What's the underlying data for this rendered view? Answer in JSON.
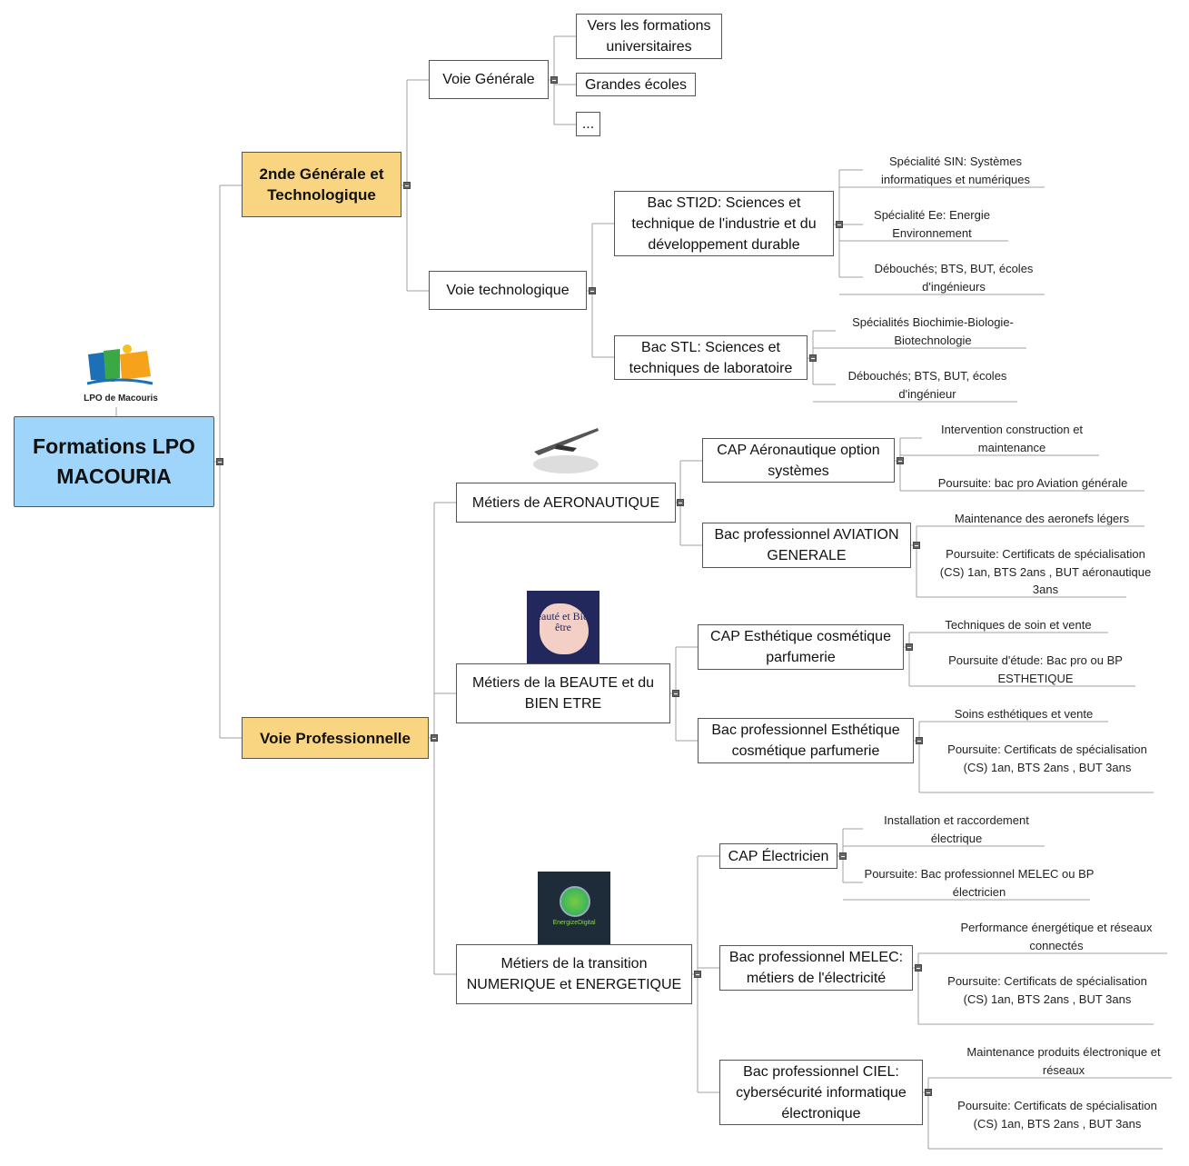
{
  "root": {
    "title": "Formations LPO MACOURIA",
    "logo_caption": "LPO de Macouris"
  },
  "gt": {
    "title": "2nde Générale et Technologique",
    "generale": {
      "title": "Voie Générale",
      "items": [
        "Vers les formations universitaires",
        "Grandes écoles",
        "..."
      ]
    },
    "techno": {
      "title": "Voie technologique",
      "sti2d": {
        "title": "Bac STI2D: Sciences et technique de l'industrie et du développement durable",
        "leaves": [
          "Spécialité SIN: Systèmes informatiques et numériques",
          "Spécialité Ee: Energie Environnement",
          "Débouchés; BTS, BUT, écoles d'ingénieurs"
        ]
      },
      "stl": {
        "title": "Bac STL: Sciences et techniques de laboratoire",
        "leaves": [
          "Spécialités Biochimie-Biologie-Biotechnologie",
          "Débouchés; BTS, BUT, écoles d'ingénieur"
        ]
      }
    }
  },
  "pro": {
    "title": "Voie Professionnelle",
    "aero": {
      "title": "Métiers de AERONAUTIQUE",
      "cap": {
        "title": "CAP Aéronautique option systèmes",
        "leaves": [
          "Intervention construction et maintenance",
          "Poursuite: bac pro Aviation générale"
        ]
      },
      "bac": {
        "title": "Bac professionnel AVIATION GENERALE",
        "leaves": [
          "Maintenance des aeronefs légers",
          "Poursuite: Certificats de spécialisation (CS) 1an, BTS 2ans , BUT aéronautique 3ans"
        ]
      }
    },
    "beaute": {
      "title": "Métiers de la BEAUTE et du BIEN ETRE",
      "image_text": "Beauté et Bien-être",
      "cap": {
        "title": "CAP Esthétique cosmétique parfumerie",
        "leaves": [
          "Techniques de soin et vente",
          "Poursuite d'étude: Bac pro ou BP ESTHETIQUE"
        ]
      },
      "bac": {
        "title": "Bac professionnel Esthétique cosmétique parfumerie",
        "leaves": [
          "Soins esthétiques et vente",
          "Poursuite: Certificats de spécialisation (CS) 1an, BTS 2ans , BUT 3ans"
        ]
      }
    },
    "num": {
      "title": "Métiers de la transition NUMERIQUE et ENERGETIQUE",
      "image_text": "EnergizeDigital",
      "cap": {
        "title": "CAP Électricien",
        "leaves": [
          "Installation et raccordement électrique",
          "Poursuite: Bac professionnel MELEC ou BP électricien"
        ]
      },
      "melec": {
        "title": "Bac professionnel MELEC: métiers de l'électricité",
        "leaves": [
          "Performance énergétique et réseaux connectés",
          "Poursuite: Certificats de spécialisation (CS) 1an, BTS 2ans , BUT 3ans"
        ]
      },
      "ciel": {
        "title": "Bac professionnel CIEL: cybersécurité informatique électronique",
        "leaves": [
          "Maintenance produits électronique et réseaux",
          "Poursuite: Certificats de spécialisation (CS) 1an, BTS 2ans , BUT 3ans"
        ]
      }
    }
  },
  "colors": {
    "root": "#9fd5fb",
    "branch": "#fad581",
    "lines": "#a0a0a0"
  }
}
